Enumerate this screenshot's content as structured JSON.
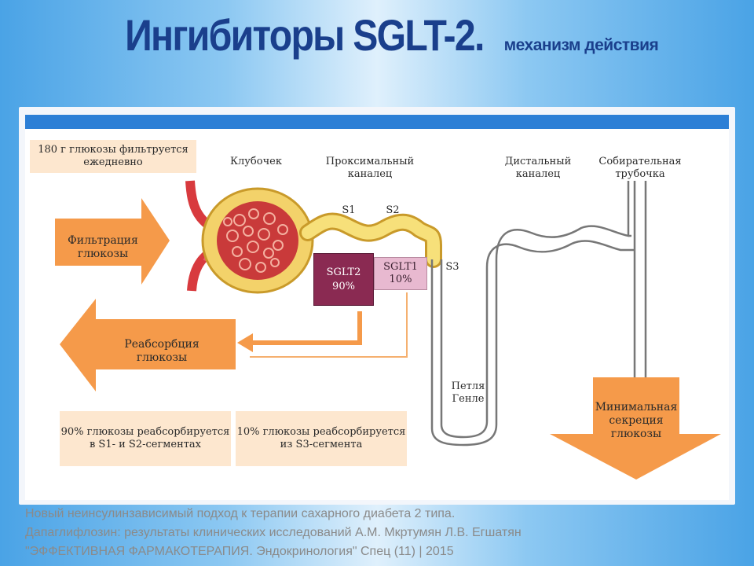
{
  "title": {
    "main": "Ингибиторы SGLT-2.",
    "sub": "механизм действия"
  },
  "diagram": {
    "filtered_note": "180 г глюкозы фильтруется ежедневно",
    "labels": {
      "glomerulus": "Клубочек",
      "proximal": "Проксимальный каналец",
      "distal": "Дистальный каналец",
      "collecting": "Собирательная трубочка",
      "s1": "S1",
      "s2": "S2",
      "s3": "S3",
      "loop": "Петля Генле"
    },
    "arrows": {
      "filtration": "Фильтрация глюкозы",
      "reabsorption": "Реабсорбция глюкозы",
      "secretion": "Минимальная секреция глюкозы"
    },
    "transporters": {
      "sglt2_name": "SGLT2",
      "sglt2_pct": "90%",
      "sglt1_name": "SGLT1",
      "sglt1_pct": "10%"
    },
    "notes": {
      "s1s2": "90% глюкозы реабсорбируется в S1- и S2-сегментах",
      "s3": "10% глюкозы реабсорбируется из S3-сегмента"
    },
    "colors": {
      "orange": "#f59a4a",
      "tubule_yellow": "#f7e07a",
      "vessel_red": "#e0484a",
      "sglt2": "#8a2a52",
      "sglt1": "#e8b9d0",
      "band_blue": "#2c7fd6"
    }
  },
  "footer": {
    "line1": "Новый неинсулинзависимый подход к терапии сахарного диабета 2 типа.",
    "line2": "Дапаглифлозин: результаты клинических исследований А.М. Мкртумян Л.В. Егшатян",
    "line3": "\"ЭФФЕКТИВНАЯ ФАРМАКОТЕРАПИЯ. Эндокринология\" Спец (11) | 2015"
  }
}
